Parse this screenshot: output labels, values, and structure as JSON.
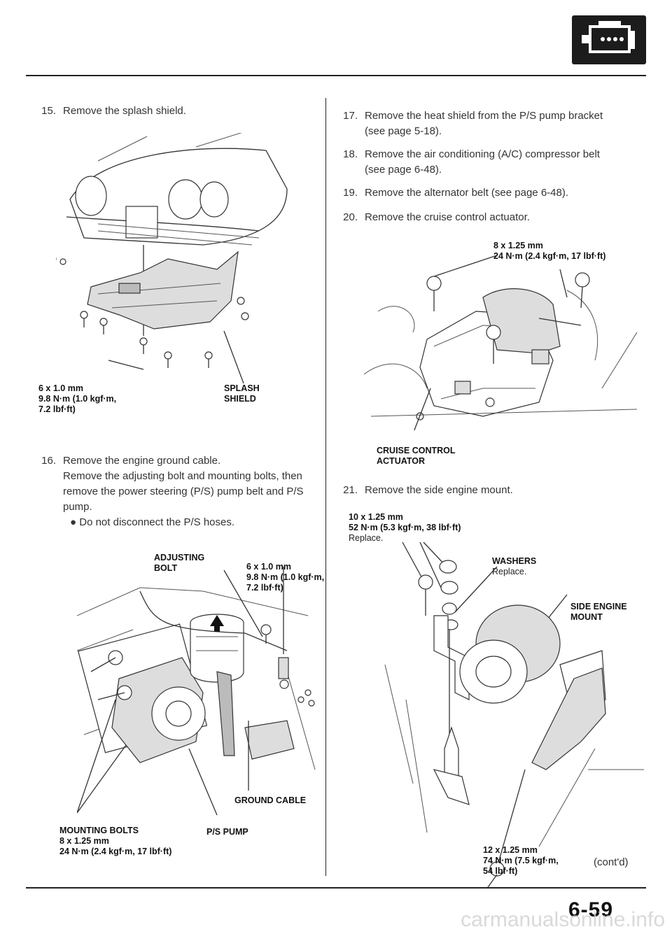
{
  "header": {
    "section_icon": "engine-icon"
  },
  "left": {
    "step15": {
      "num": "15.",
      "text": "Remove the splash shield."
    },
    "fig1": {
      "bolt_spec": [
        "6 x 1.0 mm",
        "9.8 N·m (1.0 kgf·m,",
        "7.2 lbf·ft)"
      ],
      "label": [
        "SPLASH",
        "SHIELD"
      ]
    },
    "step16": {
      "num": "16.",
      "lines": [
        "Remove the engine ground cable.",
        "Remove the adjusting bolt and mounting bolts, then",
        "remove the power steering (P/S) pump belt and P/S",
        "pump."
      ],
      "bullet": "Do not disconnect the P/S hoses."
    },
    "fig2": {
      "adjusting_bolt": [
        "ADJUSTING",
        "BOLT"
      ],
      "bolt_spec": [
        "6 x 1.0 mm",
        "9.8 N·m (1.0 kgf·m,",
        "7.2 lbf·ft)"
      ],
      "ground_cable": "GROUND CABLE",
      "mounting_bolts": [
        "MOUNTING BOLTS",
        "8 x 1.25 mm",
        "24 N·m (2.4 kgf·m, 17 lbf·ft)"
      ],
      "ps_pump": "P/S PUMP"
    }
  },
  "right": {
    "step17": {
      "num": "17.",
      "lines": [
        "Remove the heat shield from the P/S pump bracket",
        "(see page 5-18)."
      ]
    },
    "step18": {
      "num": "18.",
      "lines": [
        "Remove the air conditioning (A/C) compressor belt",
        "(see page 6-48)."
      ]
    },
    "step19": {
      "num": "19.",
      "text": "Remove the alternator belt (see page 6-48)."
    },
    "step20": {
      "num": "20.",
      "text": "Remove the cruise control actuator."
    },
    "fig3": {
      "bolt_spec": [
        "8 x 1.25 mm",
        "24 N·m (2.4 kgf·m, 17 lbf·ft)"
      ],
      "label": [
        "CRUISE CONTROL",
        "ACTUATOR"
      ]
    },
    "step21": {
      "num": "21.",
      "text": "Remove the side engine mount."
    },
    "fig4": {
      "top_spec": [
        "10 x 1.25 mm",
        "52 N·m (5.3 kgf·m, 38 lbf·ft)"
      ],
      "top_note": "Replace.",
      "washers": "WASHERS",
      "washers_note": "Replace.",
      "mount": [
        "SIDE ENGINE",
        "MOUNT"
      ],
      "bottom_spec": [
        "12 x 1.25 mm",
        "74 N·m (7.5 kgf·m,",
        "54 lbf·ft)"
      ]
    },
    "contd": "(cont'd)"
  },
  "footer": {
    "page_number": "6-59",
    "watermark": "carmanualsonline.info"
  }
}
